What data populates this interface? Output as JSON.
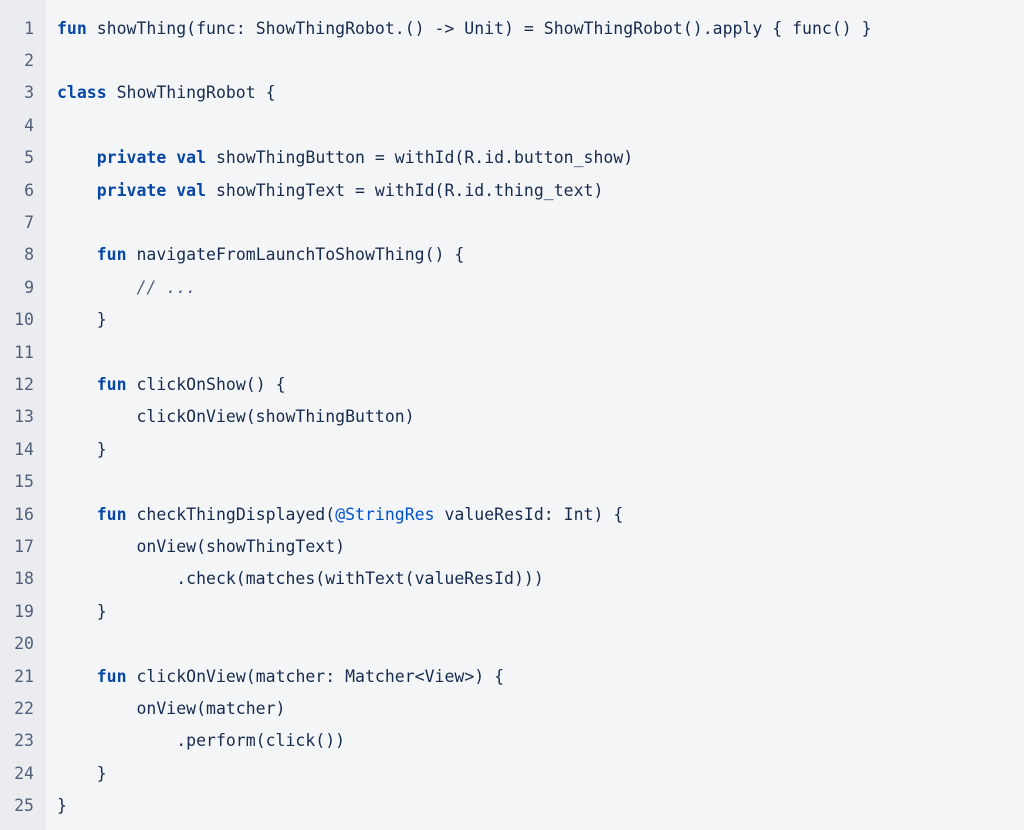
{
  "code": {
    "lines": [
      {
        "num": "1",
        "tokens": [
          {
            "t": "kw",
            "v": "fun"
          },
          {
            "t": "p",
            "v": " showThing(func: ShowThingRobot.() -> Unit) = ShowThingRobot().apply { func() }"
          }
        ]
      },
      {
        "num": "2",
        "tokens": []
      },
      {
        "num": "3",
        "tokens": [
          {
            "t": "kw",
            "v": "class"
          },
          {
            "t": "p",
            "v": " ShowThingRobot {"
          }
        ]
      },
      {
        "num": "4",
        "tokens": []
      },
      {
        "num": "5",
        "tokens": [
          {
            "t": "p",
            "v": "    "
          },
          {
            "t": "kw",
            "v": "private"
          },
          {
            "t": "p",
            "v": " "
          },
          {
            "t": "kw",
            "v": "val"
          },
          {
            "t": "p",
            "v": " showThingButton = withId(R.id.button_show)"
          }
        ]
      },
      {
        "num": "6",
        "tokens": [
          {
            "t": "p",
            "v": "    "
          },
          {
            "t": "kw",
            "v": "private"
          },
          {
            "t": "p",
            "v": " "
          },
          {
            "t": "kw",
            "v": "val"
          },
          {
            "t": "p",
            "v": " showThingText = withId(R.id.thing_text)"
          }
        ]
      },
      {
        "num": "7",
        "tokens": []
      },
      {
        "num": "8",
        "tokens": [
          {
            "t": "p",
            "v": "    "
          },
          {
            "t": "kw",
            "v": "fun"
          },
          {
            "t": "p",
            "v": " navigateFromLaunchToShowThing() {"
          }
        ]
      },
      {
        "num": "9",
        "tokens": [
          {
            "t": "p",
            "v": "        "
          },
          {
            "t": "cm",
            "v": "// ..."
          }
        ]
      },
      {
        "num": "10",
        "tokens": [
          {
            "t": "p",
            "v": "    }"
          }
        ]
      },
      {
        "num": "11",
        "tokens": []
      },
      {
        "num": "12",
        "tokens": [
          {
            "t": "p",
            "v": "    "
          },
          {
            "t": "kw",
            "v": "fun"
          },
          {
            "t": "p",
            "v": " clickOnShow() {"
          }
        ]
      },
      {
        "num": "13",
        "tokens": [
          {
            "t": "p",
            "v": "        clickOnView(showThingButton)"
          }
        ]
      },
      {
        "num": "14",
        "tokens": [
          {
            "t": "p",
            "v": "    }"
          }
        ]
      },
      {
        "num": "15",
        "tokens": []
      },
      {
        "num": "16",
        "tokens": [
          {
            "t": "p",
            "v": "    "
          },
          {
            "t": "kw",
            "v": "fun"
          },
          {
            "t": "p",
            "v": " checkThingDisplayed("
          },
          {
            "t": "ann",
            "v": "@StringRes"
          },
          {
            "t": "p",
            "v": " valueResId: Int) {"
          }
        ]
      },
      {
        "num": "17",
        "tokens": [
          {
            "t": "p",
            "v": "        onView(showThingText)"
          }
        ]
      },
      {
        "num": "18",
        "tokens": [
          {
            "t": "p",
            "v": "            .check(matches(withText(valueResId)))"
          }
        ]
      },
      {
        "num": "19",
        "tokens": [
          {
            "t": "p",
            "v": "    }"
          }
        ]
      },
      {
        "num": "20",
        "tokens": []
      },
      {
        "num": "21",
        "tokens": [
          {
            "t": "p",
            "v": "    "
          },
          {
            "t": "kw",
            "v": "fun"
          },
          {
            "t": "p",
            "v": " clickOnView(matcher: Matcher<View>) {"
          }
        ]
      },
      {
        "num": "22",
        "tokens": [
          {
            "t": "p",
            "v": "        onView(matcher)"
          }
        ]
      },
      {
        "num": "23",
        "tokens": [
          {
            "t": "p",
            "v": "            .perform(click())"
          }
        ]
      },
      {
        "num": "24",
        "tokens": [
          {
            "t": "p",
            "v": "    }"
          }
        ]
      },
      {
        "num": "25",
        "tokens": [
          {
            "t": "p",
            "v": "}"
          }
        ]
      }
    ]
  },
  "colors": {
    "background": "#f4f5f7",
    "gutter": "#ebecf0",
    "keyword": "#0747a6",
    "annotation": "#0052cc",
    "text": "#172b4d",
    "line_number": "#505f79"
  }
}
